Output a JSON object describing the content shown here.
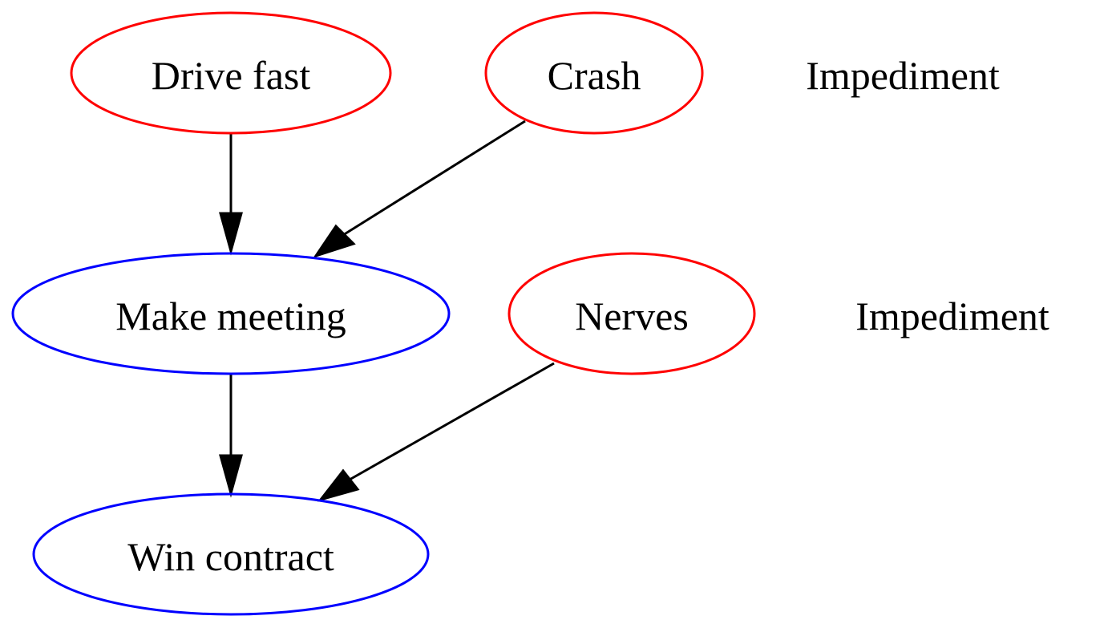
{
  "colors": {
    "impediment_stroke": "#ff0000",
    "goal_stroke": "#0000ff",
    "edge": "#000000",
    "text": "#000000",
    "background": "#ffffff"
  },
  "nodes": {
    "drive_fast": {
      "label": "Drive fast",
      "kind": "impediment"
    },
    "crash": {
      "label": "Crash",
      "kind": "impediment"
    },
    "make_meeting": {
      "label": "Make meeting",
      "kind": "goal"
    },
    "nerves": {
      "label": "Nerves",
      "kind": "impediment"
    },
    "win_contract": {
      "label": "Win contract",
      "kind": "goal"
    }
  },
  "side_labels": {
    "row1": "Impediment",
    "row2": "Impediment"
  },
  "edges": [
    {
      "from": "drive_fast",
      "to": "make_meeting"
    },
    {
      "from": "crash",
      "to": "make_meeting"
    },
    {
      "from": "make_meeting",
      "to": "win_contract"
    },
    {
      "from": "nerves",
      "to": "win_contract"
    }
  ]
}
